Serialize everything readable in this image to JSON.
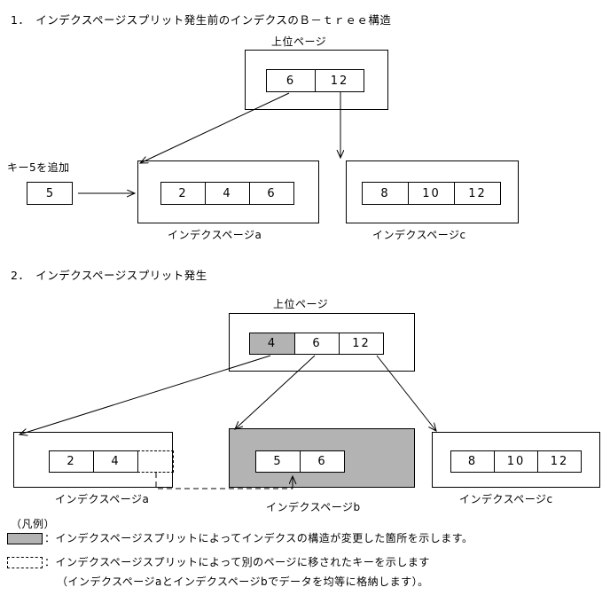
{
  "section1": {
    "heading": "1．　インデクスページスプリット発生前のインデクスのＢ－ｔｒｅｅ構造",
    "upper_page_label": "上位ページ",
    "upper_page_cells": [
      "6",
      "12"
    ],
    "add_key_label": "キー5を追加",
    "add_key_value": "5",
    "page_a": {
      "cells": [
        "2",
        "4",
        "6"
      ],
      "caption": "インデクスページa"
    },
    "page_c": {
      "cells": [
        "8",
        "10",
        "12"
      ],
      "caption": "インデクスページc"
    }
  },
  "section2": {
    "heading": "2．　インデクスページスプリット発生",
    "upper_page_label": "上位ページ",
    "upper_page_cells": [
      {
        "value": "4",
        "shaded": true
      },
      {
        "value": "6",
        "shaded": false
      },
      {
        "value": "12",
        "shaded": false
      }
    ],
    "page_a": {
      "cells": [
        "2",
        "4"
      ],
      "empty_cell": "",
      "caption": "インデクスページa"
    },
    "page_b": {
      "cells": [
        "5",
        "6"
      ],
      "caption": "インデクスページb",
      "shaded": true
    },
    "page_c": {
      "cells": [
        "8",
        "10",
        "12"
      ],
      "caption": "インデクスページc"
    }
  },
  "legend": {
    "title": "（凡例）",
    "items": [
      {
        "swatch": "gray-filled-box",
        "text": "：インデクスページスプリットによってインデクスの構造が変更した箇所を示します。"
      },
      {
        "swatch": "dashed-box",
        "text": "：インデクスページスプリットによって別のページに移されたキーを示します"
      },
      {
        "swatch": "none",
        "text": "（インデクスページaとインデクスページbでデータを均等に格納します）。"
      }
    ]
  },
  "colors": {
    "shade": "#b3b3b3",
    "line": "#000000",
    "background": "#ffffff"
  }
}
